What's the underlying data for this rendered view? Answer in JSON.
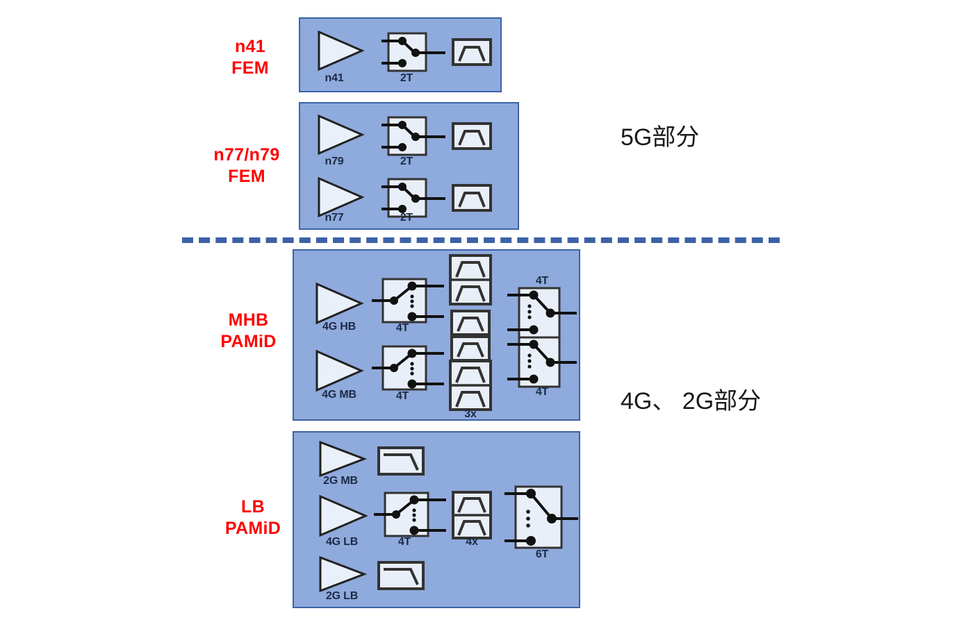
{
  "meta": {
    "title": "RF Front-End Module Architecture Block Diagram",
    "background_color": "#ffffff",
    "block_fill": "#8faadc",
    "block_border": "#3b62a5",
    "label_color": "#ff0000",
    "divider_color": "#3b62a5",
    "note_color": "#1a1a1a"
  },
  "annotations": {
    "note_5g": "5G部分",
    "note_4g2g": "4G、 2G部分",
    "divider": "dashed-separator"
  },
  "blocks": [
    {
      "id": "n41-fem",
      "label": "n41\nFEM",
      "label_lines": [
        "n41",
        "FEM"
      ],
      "chains": [
        {
          "amp": "n41",
          "switch": "2T",
          "filters": [
            "bandpass"
          ]
        }
      ]
    },
    {
      "id": "n77-n79-fem",
      "label": "n77/n79\nFEM",
      "label_lines": [
        "n77/n79",
        "FEM"
      ],
      "chains": [
        {
          "amp": "n79",
          "switch": "2T",
          "filters": [
            "bandpass"
          ]
        },
        {
          "amp": "n77",
          "switch": "2T",
          "filters": [
            "bandpass"
          ]
        }
      ]
    },
    {
      "id": "mhb-pamid",
      "label": "MHB\nPAMiD",
      "label_lines": [
        "MHB",
        "PAMiD"
      ],
      "chains": [
        {
          "amp": "4G HB",
          "switch": "4T",
          "filters": [
            "bandpass",
            "bandpass",
            "bandpass"
          ]
        },
        {
          "amp": "4G MB",
          "switch": "4T",
          "filters": [
            "bandpass",
            "bandpass"
          ],
          "filter_multiplier": "3x"
        }
      ],
      "output_switches": [
        "4T",
        "4T"
      ]
    },
    {
      "id": "lb-pamid",
      "label": "LB\nPAMiD",
      "label_lines": [
        "LB",
        "PAMiD"
      ],
      "chains": [
        {
          "amp": "2G MB",
          "filters": [
            "lowpass"
          ]
        },
        {
          "amp": "4G LB",
          "switch": "4T",
          "filters": [
            "bandpass",
            "bandpass"
          ],
          "filter_multiplier": "4x",
          "output_switch": "6T"
        },
        {
          "amp": "2G LB",
          "filters": [
            "lowpass"
          ]
        }
      ]
    }
  ],
  "captions": {
    "n41": "n41",
    "n79": "n79",
    "n77": "n77",
    "two_t": "2T",
    "four_t": "4T",
    "six_t": "6T",
    "four_g_hb": "4G HB",
    "four_g_mb": "4G MB",
    "four_g_lb": "4G LB",
    "two_g_mb": "2G MB",
    "two_g_lb": "2G LB",
    "three_x": "3x",
    "four_x": "4x"
  }
}
